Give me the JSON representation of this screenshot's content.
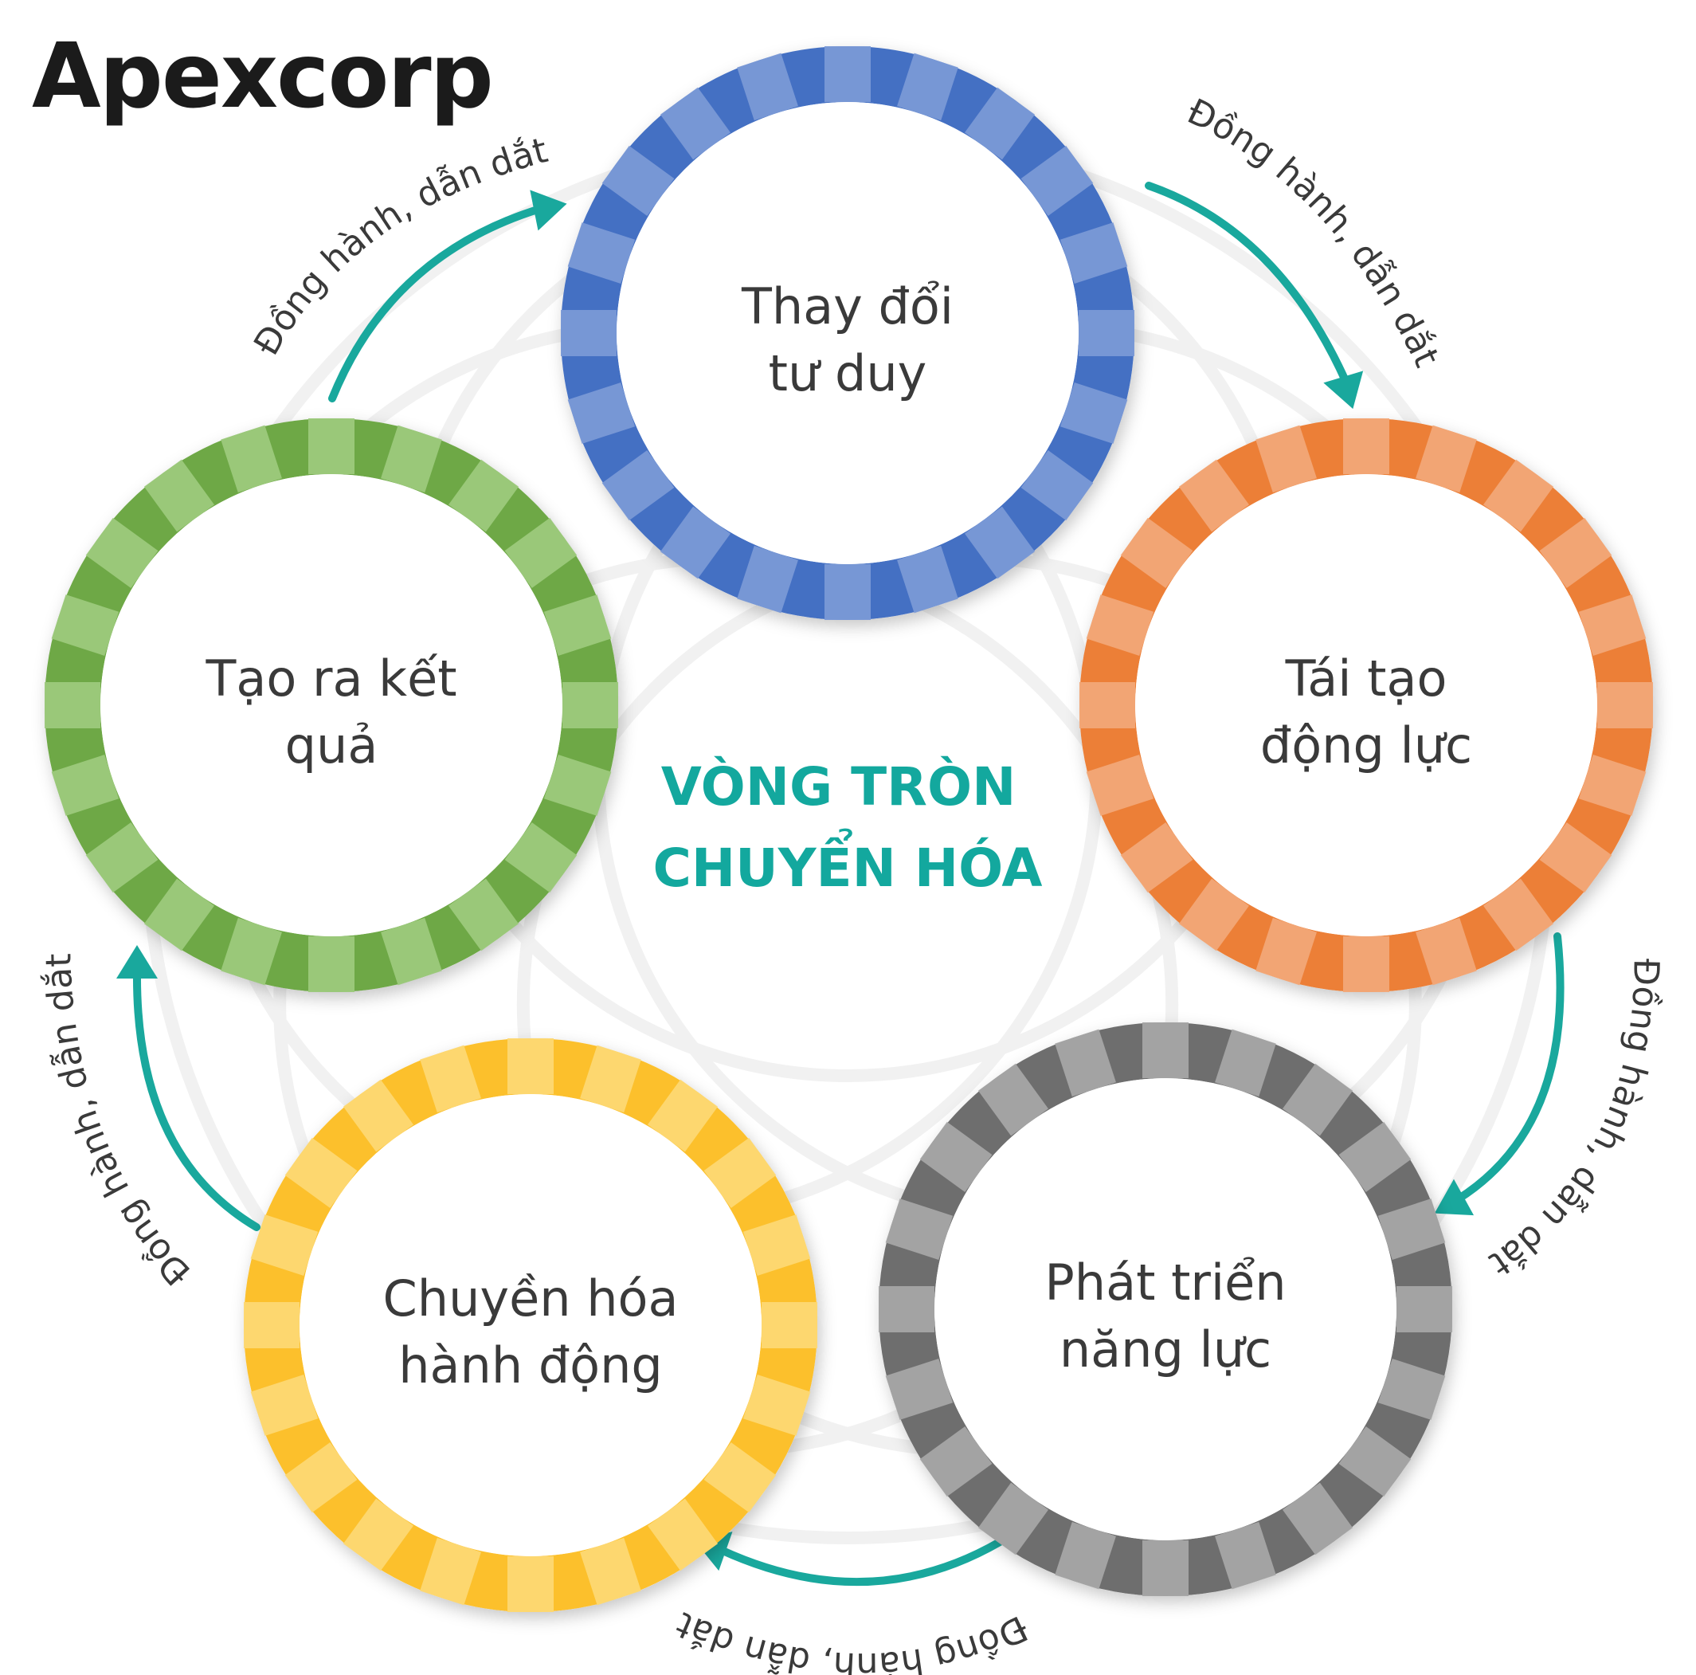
{
  "brand": {
    "name": "Apexcorp"
  },
  "center": {
    "line1": "VÒNG TRÒN",
    "line2": "CHUYỂN HÓA",
    "color": "#13a89e"
  },
  "stages": [
    {
      "line1": "Thay đổi",
      "line2": "tư duy",
      "color_dark": "#4470c3",
      "color_light": "#7a99d6"
    },
    {
      "line1": "Tái tạo",
      "line2": "động lực",
      "color_dark": "#ec7f37",
      "color_light": "#f2a877"
    },
    {
      "line1": "Phát triển",
      "line2": "năng lực",
      "color_dark": "#6e6e6e",
      "color_light": "#a5a5a5"
    },
    {
      "line1": "Chuyền hóa",
      "line2": "hành động",
      "color_dark": "#fcc02c",
      "color_light": "#fdd873"
    },
    {
      "line1": "Tạo ra kết",
      "line2": "quả",
      "color_dark": "#6ea846",
      "color_light": "#9cc97c"
    }
  ],
  "connectors": [
    {
      "label": "Đồng hành, dẫn dắt"
    },
    {
      "label": "Đồng hành, dẫn dắt"
    },
    {
      "label": "Đồng hành, dẫn dắt"
    },
    {
      "label": "Đồng hành, dẫn dắt"
    },
    {
      "label": "Đồng hành, dẫn dắt"
    }
  ],
  "colors": {
    "arrow": "#19a89d",
    "stage_text": "#3a3a3a",
    "watermark": "#f1f1f1"
  }
}
